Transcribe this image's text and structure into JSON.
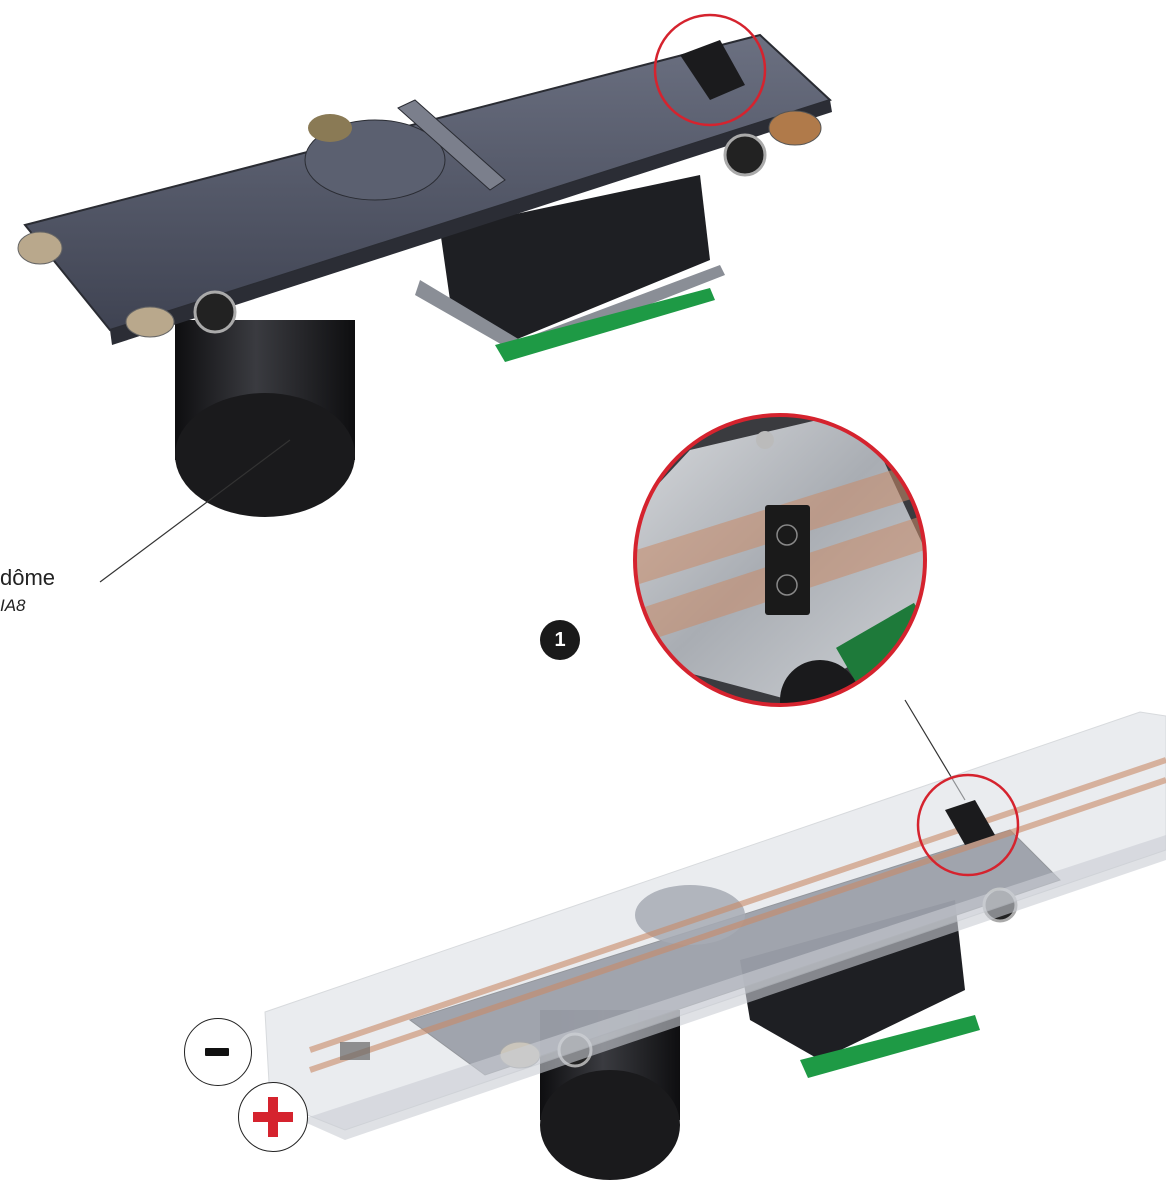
{
  "callout": {
    "title": "dôme",
    "code": "IA8"
  },
  "step_badge": "1",
  "colors": {
    "highlight_circle": "#d5232e",
    "plate": "#4b4f5e",
    "motor": "#1c1c1e",
    "pcb": "#1e9a45",
    "rail": "#d9dde2",
    "copper_strip": "#c98a68"
  },
  "icons": [
    "minus-icon",
    "plus-icon"
  ]
}
